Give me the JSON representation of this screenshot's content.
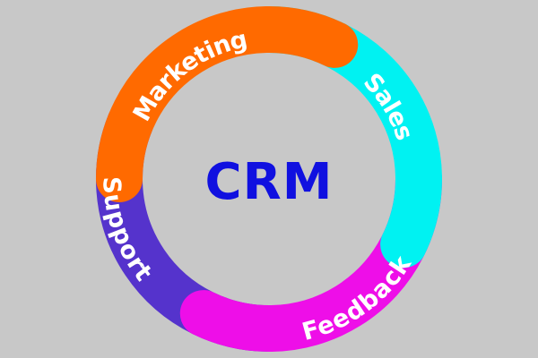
{
  "diagram": {
    "center_label": "CRM",
    "center_color": "#1010e0",
    "background_color": "#c8c8c8",
    "segments": [
      {
        "name": "marketing",
        "label": "Marketing",
        "color": "#ff6a00"
      },
      {
        "name": "sales",
        "label": "Sales",
        "color": "#00f2f2"
      },
      {
        "name": "feedback",
        "label": "Feedback",
        "color": "#ee0ee8"
      },
      {
        "name": "support",
        "label": "Support",
        "color": "#5533cc"
      }
    ]
  }
}
